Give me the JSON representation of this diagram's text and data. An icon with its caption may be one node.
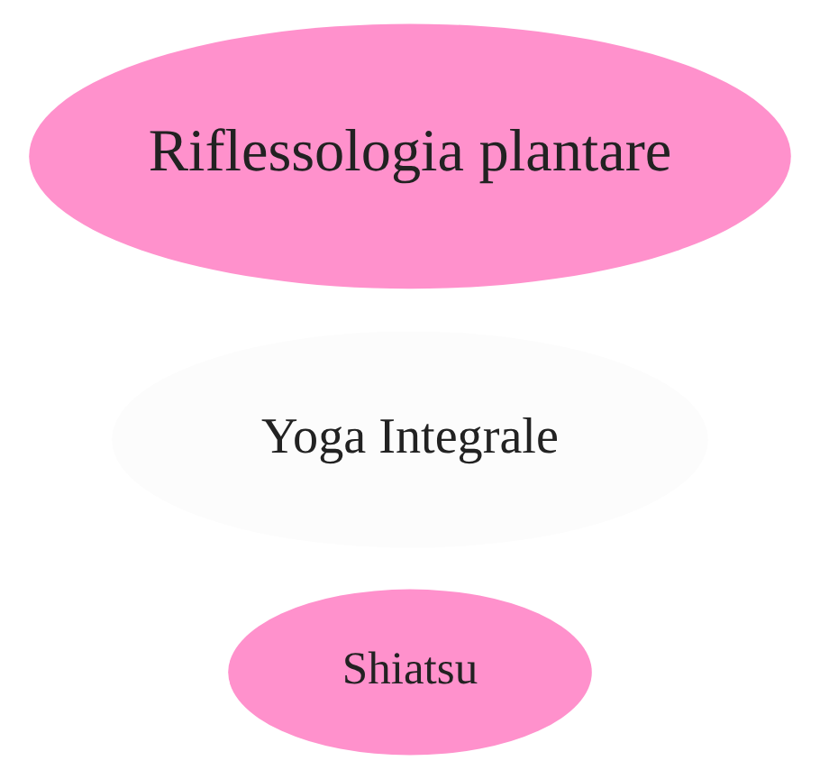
{
  "diagram": {
    "nodes": [
      {
        "text": [
          "Shiatsu"
        ]
      },
      {
        "text": [
          "Yoga Integrale"
        ]
      },
      {
        "text": [
          "Riflessologia plantare"
        ]
      }
    ]
  }
}
